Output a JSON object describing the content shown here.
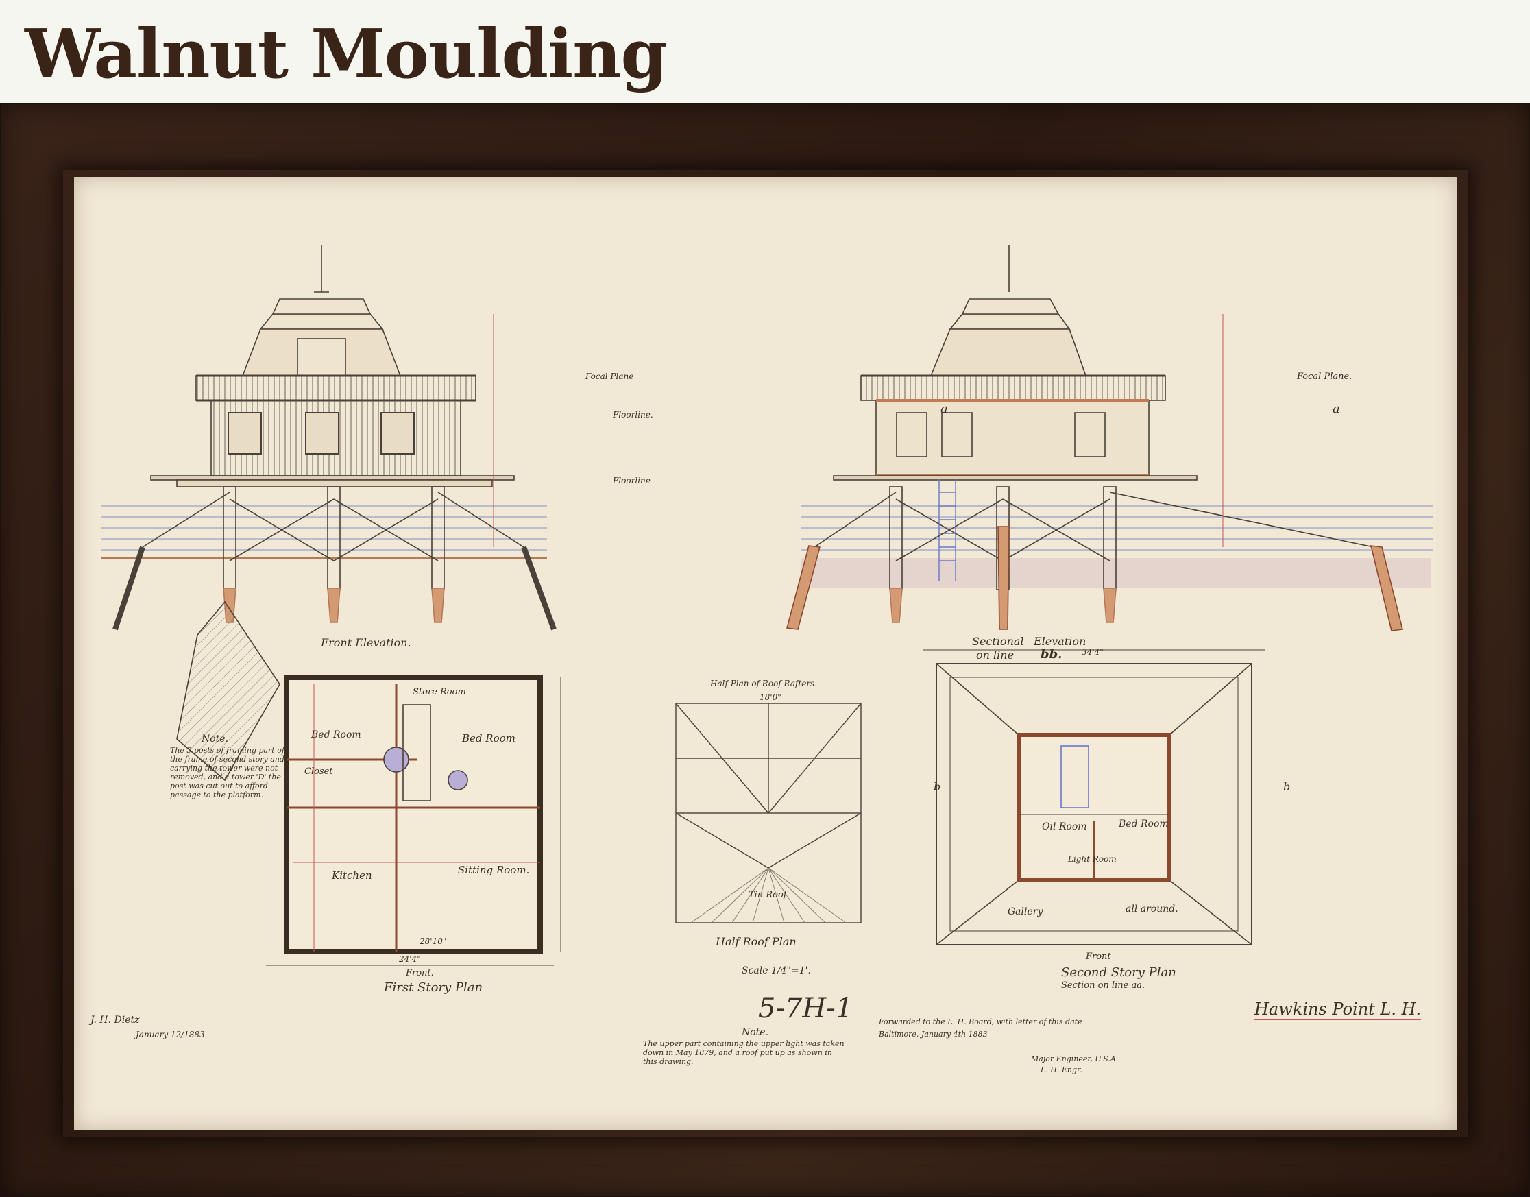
{
  "header": {
    "title": "Walnut Moulding"
  },
  "drawing": {
    "labels": {
      "front_elevation": "Front   Elevation.",
      "sectional_elevation_1": "Sectional",
      "sectional_elevation_2": "Elevation",
      "sectional_elevation_3": "on line",
      "sectional_elevation_4": "bb.",
      "first_story_plan": "First Story Plan",
      "second_story_plan": "Second Story Plan",
      "section_note": "Section on line aa.",
      "half_plan_rafters": "Half Plan of Roof Rafters.",
      "half_roof_plan": "Half Roof Plan",
      "scale": "Scale 1/4\"=1'.",
      "drawing_number": "5-7H-1",
      "title_block": "Hawkins Point L. H.",
      "focal_plane_left": "Focal Plane",
      "focal_plane_right": "Focal Plane.",
      "floorline": "Floorline.",
      "floorline_2": "Floorline",
      "front_bottom_1": "Front.",
      "front_bottom_2": "Front",
      "gallery": "Gallery",
      "all_around": "all around.",
      "oil_room": "Oil Room",
      "bed_room": "Bed Room",
      "light_room": "Light Room",
      "kitchen": "Kitchen",
      "sitting_room": "Sitting Room.",
      "store_room": "Store Room",
      "closet": "Closet",
      "tin_roof": "Tin Roof",
      "note_title": "Note.",
      "note_text": "The 3 posts of framing part of the frame of second story and carrying the tower were not removed, and a tower 'D' the post was cut out to afford passage to the platform.",
      "note2_title": "Note.",
      "note2_text": "The upper part containing the upper light was taken down in May 1879, and a roof put up as shown in this drawing.",
      "forwarded": "Forwarded to the L. H. Board, with letter of this date",
      "forwarded_2": "Baltimore, January 4th 1883",
      "signature_role": "Major Engineer, U.S.A.",
      "signature_role_2": "L. H. Engr.",
      "left_sig_1": "J. H. Dietz",
      "left_sig_2": "January 12/1883",
      "dim_180": "18'0\"",
      "dim_244": "24'4\"",
      "dim_2810": "28'10\"",
      "dim_344": "34'4\"",
      "letter_a": "a",
      "letter_b": "b"
    }
  }
}
